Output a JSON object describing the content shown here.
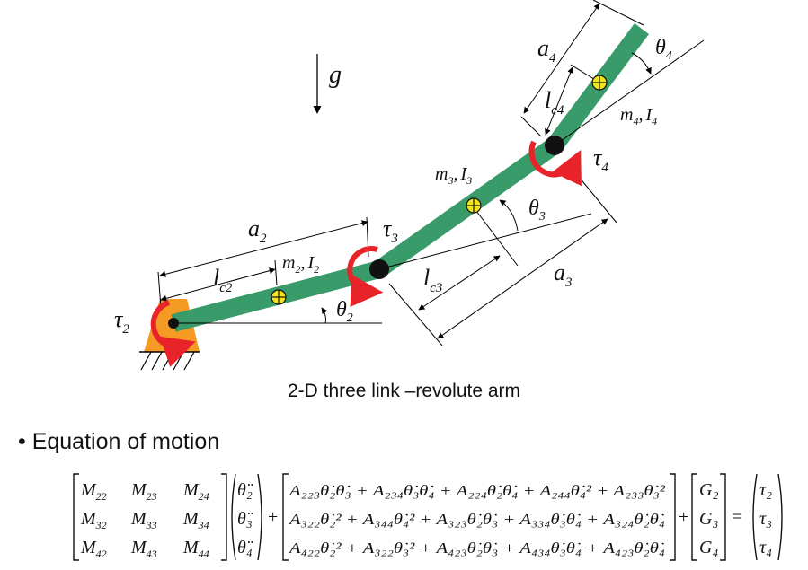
{
  "diagram": {
    "gravity": "g",
    "tau2": "τ",
    "tau2_sub": "2",
    "tau3": "τ",
    "tau3_sub": "3",
    "tau4": "τ",
    "tau4_sub": "4",
    "theta2": "θ",
    "theta2_sub": "2",
    "theta3": "θ",
    "theta3_sub": "3",
    "theta4": "θ",
    "theta4_sub": "4",
    "a2": "a",
    "a2_sub": "2",
    "a3": "a",
    "a3_sub": "3",
    "a4": "a",
    "a4_sub": "4",
    "lc2": "l",
    "lc2_sub": "c2",
    "lc3": "l",
    "lc3_sub": "c3",
    "lc4": "l",
    "lc4_sub": "c4",
    "m2": "m",
    "m2_sub": "2",
    "I2": "I",
    "I2_sub": "2",
    "m3": "m",
    "m3_sub": "3",
    "I3": "I",
    "I3_sub": "3",
    "m4": "m",
    "m4_sub": "4",
    "I4": "I",
    "I4_sub": "4",
    "comma": ","
  },
  "caption": "2-D three link –revolute arm",
  "bullet": "• Equation of motion",
  "equation": {
    "M": [
      [
        "22",
        "23",
        "24"
      ],
      [
        "32",
        "33",
        "34"
      ],
      [
        "42",
        "43",
        "44"
      ]
    ],
    "row1": "A₂₂₃θ̇₂θ̇₃ + A₂₃₄θ̇₃θ̇₄ + A₂₂₄θ̇₂θ̇₄ + A₂₄₄θ̇₄² + A₂₃₃θ̇₃²",
    "row2": "A₃₂₂θ̇₂² + A₃₄₄θ̇₄² + A₃₂₃θ̇₂θ̇₃ + A₃₃₄θ̇₃θ̇₄ + A₃₂₄θ̇₂θ̇₄",
    "row3": "A₄₂₂θ̇₂² + A₃₂₂θ̇₃² + A₄₂₃θ̇₂θ̇₃ + A₄₃₄θ̇₃θ̇₄ + A₄₂₃θ̇₂θ̇₄",
    "theta_dd": [
      "θ̈₂",
      "θ̈₃",
      "θ̈₄"
    ],
    "G": [
      "G₂",
      "G₃",
      "G₄"
    ],
    "tau": [
      "τ₂",
      "τ₃",
      "τ₄"
    ],
    "plus": "+",
    "equals": "="
  },
  "colors": {
    "link": "#3a9b6a",
    "torque": "#e8232a",
    "base": "#f59a23",
    "com": "#f2e51b"
  }
}
